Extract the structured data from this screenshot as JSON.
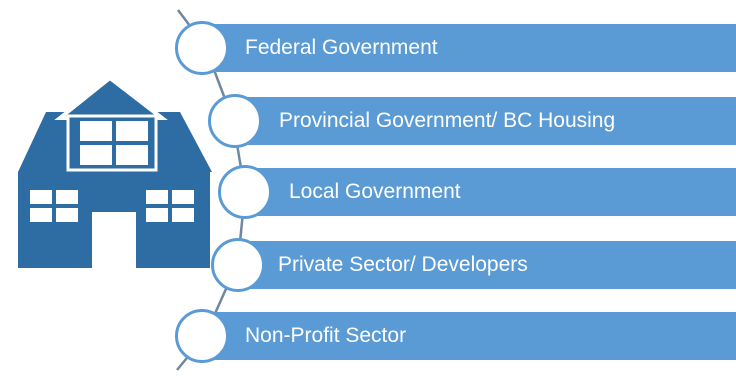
{
  "colors": {
    "bar": "#5b9bd5",
    "house": "#2e6da4",
    "connector": "#6f87a0",
    "circle_border": "#5b9bd5",
    "text": "#ffffff"
  },
  "icons": {
    "house": "house-icon"
  },
  "items": [
    {
      "label": "Federal Government"
    },
    {
      "label": "Provincial Government/ BC Housing"
    },
    {
      "label": "Local Government"
    },
    {
      "label": "Private Sector/ Developers"
    },
    {
      "label": "Non-Profit Sector"
    }
  ]
}
